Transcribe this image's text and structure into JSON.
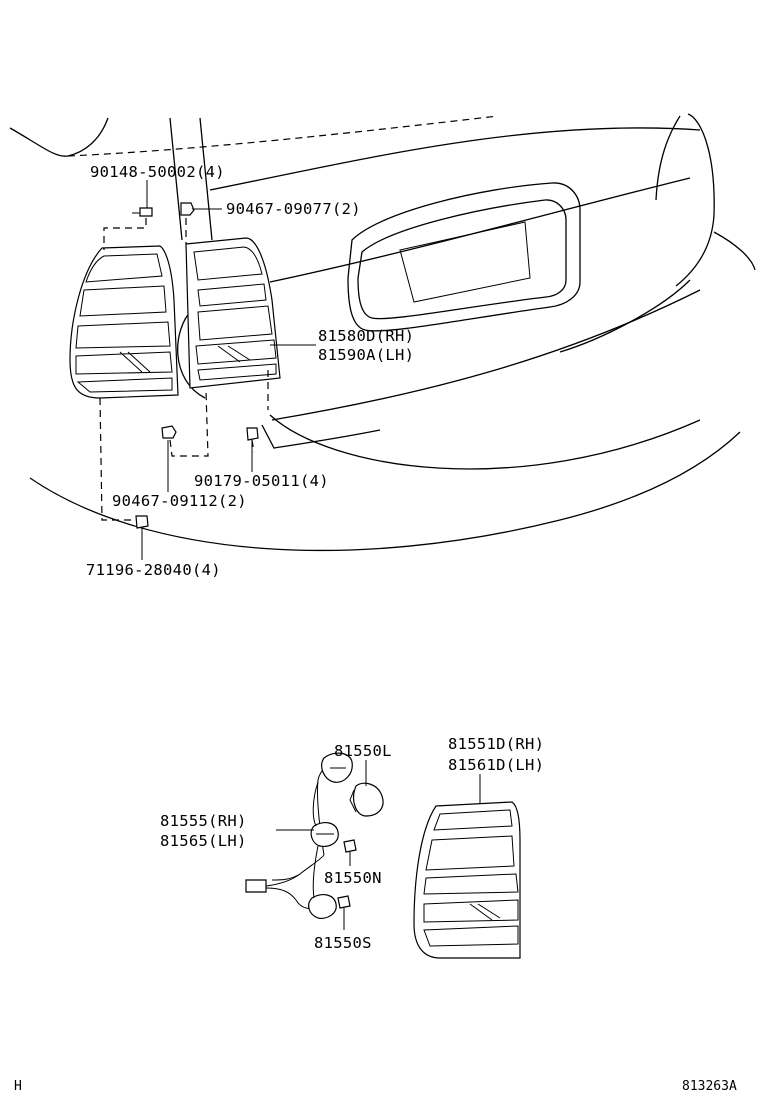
{
  "labels": {
    "p_90148": "90148-50002(4)",
    "p_90467_a": "90467-09077(2)",
    "p_81580": "81580D(RH)",
    "p_81590": "81590A(LH)",
    "p_90179": "90179-05011(4)",
    "p_90467_b": "90467-09112(2)",
    "p_71196": "71196-28040(4)",
    "p_81550L": "81550L",
    "p_81551": "81551D(RH)",
    "p_81561": "81561D(LH)",
    "p_81555": "81555(RH)",
    "p_81565": "81565(LH)",
    "p_81550N": "81550N",
    "p_81550S": "81550S"
  },
  "footer": {
    "left_mark": "H",
    "diagram_code": "813263A"
  }
}
